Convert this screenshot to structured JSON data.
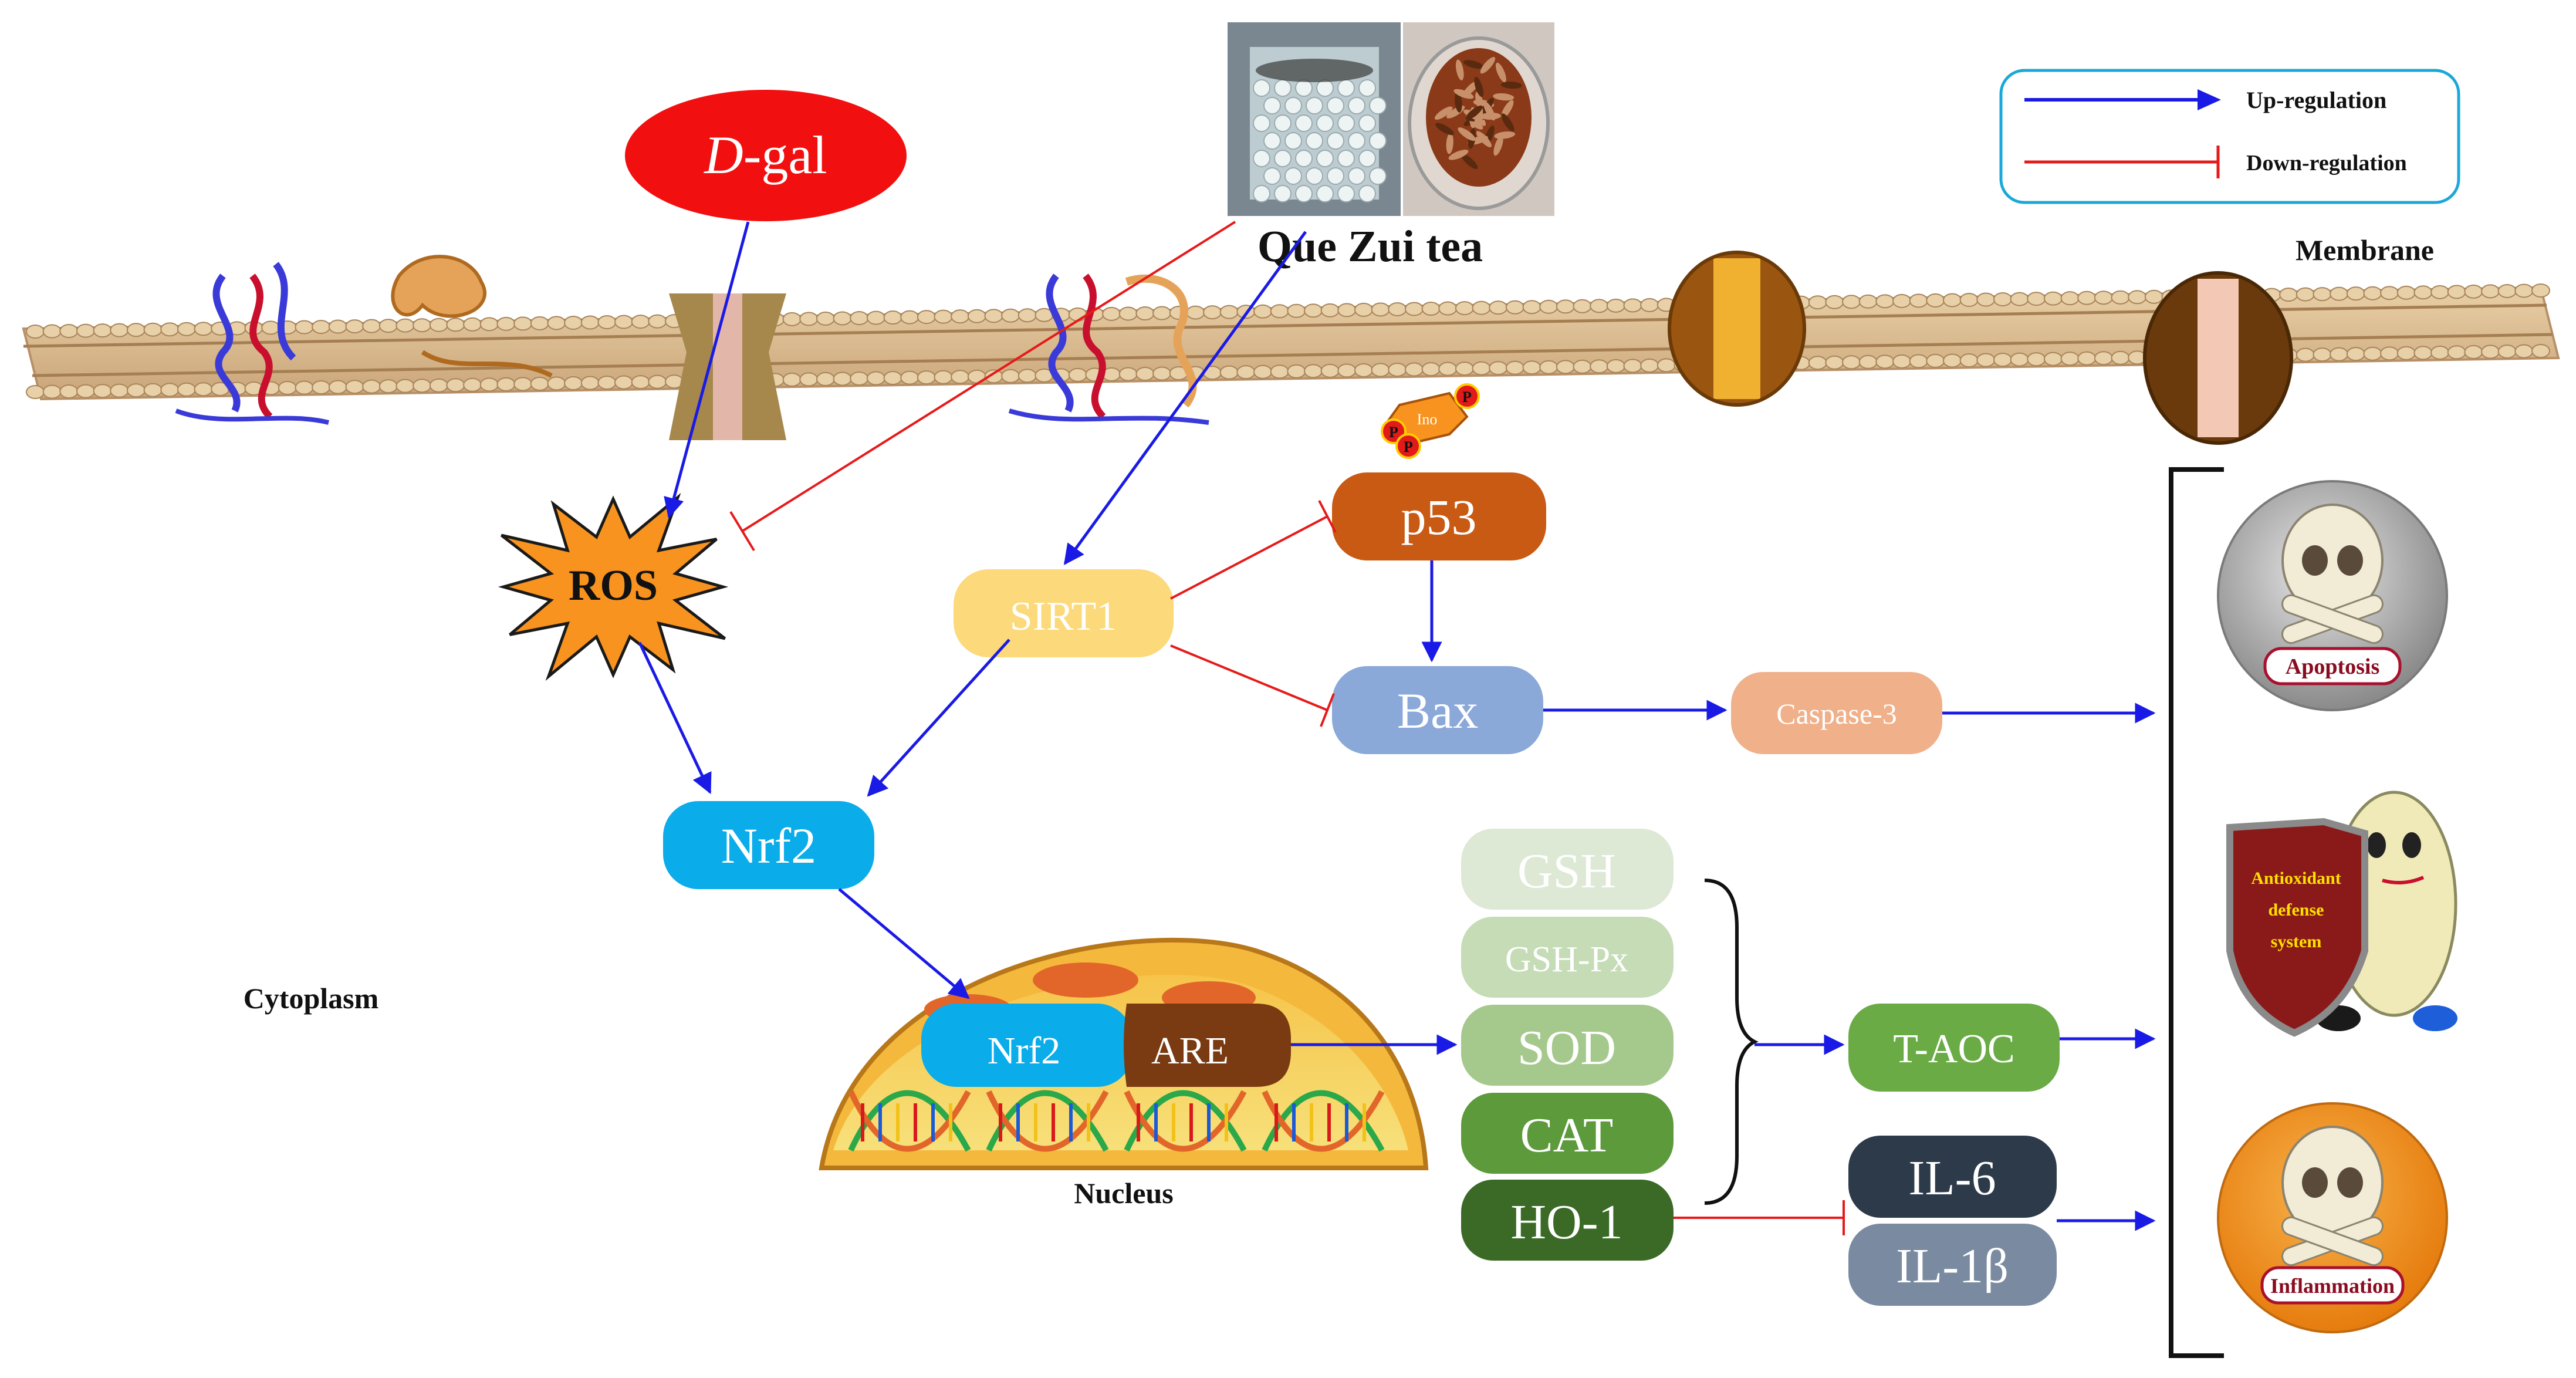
{
  "legend": {
    "up_label": "Up-regulation",
    "down_label": "Down-regulation",
    "up_color": "#1a1ae6",
    "down_color": "#e61a1a",
    "border_color": "#1aa8d8"
  },
  "labels": {
    "membrane": "Membrane",
    "cytoplasm": "Cytoplasm",
    "nucleus": "Nucleus",
    "tea": "Que Zui tea"
  },
  "nodes": {
    "dgal_italic": "D",
    "dgal_rest": "-gal",
    "ros": "ROS",
    "sirt1": "SIRT1",
    "p53": "p53",
    "bax": "Bax",
    "caspase3": "Caspase-3",
    "nrf2": "Nrf2",
    "nrf2_nuclear": "Nrf2",
    "are": "ARE",
    "gsh": "GSH",
    "gshpx": "GSH-Px",
    "sod": "SOD",
    "cat": "CAT",
    "ho1": "HO-1",
    "taoc": "T-AOC",
    "il6": "IL-6",
    "il1b": "IL-1β"
  },
  "phospho": {
    "p_label": "P",
    "ino_label": "Ino"
  },
  "outcomes": {
    "apoptosis": "Apoptosis",
    "antioxidant": [
      "Antioxidant",
      "defense",
      "system"
    ],
    "inflammation": "Inflammation"
  },
  "colors": {
    "dgal": "#f20f0f",
    "ros": "#f7931e",
    "sirt1": "#fcd97a",
    "p53": "#c85a14",
    "bax": "#8aa8d8",
    "caspase3": "#f0b08a",
    "nrf2": "#0aacea",
    "are": "#7a3a12",
    "gsh": "#dde9d5",
    "gshpx": "#c5dcb6",
    "sod": "#a5c98c",
    "cat": "#5c9a3c",
    "ho1": "#3a6a26",
    "taoc": "#6aab46",
    "il6": "#2c3a4a",
    "il1b": "#7a8aa0"
  }
}
